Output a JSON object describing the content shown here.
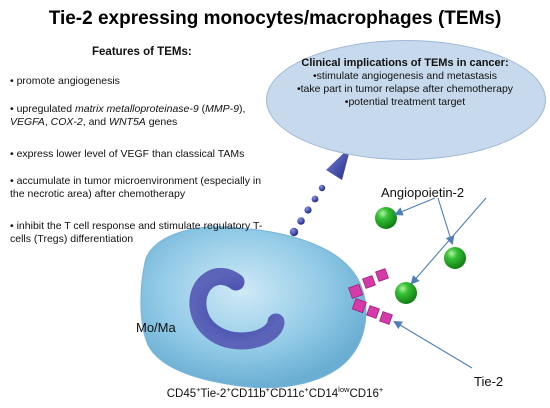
{
  "title": "Tie-2 expressing monocytes/macrophages (TEMs)",
  "features": {
    "heading": "Features of TEMs:",
    "items": [
      {
        "text": "• promote angiogenesis"
      },
      {
        "pre": "• upregulated ",
        "i1": "matrix metalloproteinase-9",
        "m1": " (",
        "i2": "MMP-9",
        "m2": "), ",
        "i3": "VEGFA",
        "m3": ", ",
        "i4": "COX-2",
        "m4": ", and ",
        "i5": "WNT5A",
        "post": " genes"
      },
      {
        "text": "• express lower level of VEGF than classical TAMs"
      },
      {
        "text": "• accumulate in tumor microenvironment (especially in the necrotic area) after chemotherapy"
      },
      {
        "text": "• inhibit the T cell response and stimulate regulatory T-cells (Tregs) differentiation"
      }
    ]
  },
  "clinical": {
    "heading": "Clinical implications of TEMs in cancer:",
    "items": [
      "•stimulate angiogenesis and metastasis",
      "•take part in tumor relapse after chemotherapy",
      "•potential treatment target"
    ]
  },
  "labels": {
    "angiopoietin": "Angiopoietin-2",
    "cell": "Mo/Ma",
    "receptor": "Tie-2"
  },
  "marker": {
    "parts": [
      "CD45",
      "+",
      "Tie-2",
      "+",
      "CD11b",
      "+",
      "CD11c",
      "+",
      "CD14",
      "low",
      "CD16",
      "+"
    ]
  },
  "colors": {
    "cell_body": "#8ec8e6",
    "nucleus": "#2b2f8f",
    "arrow_dots": "#2d3a9c",
    "angiopoietin_sphere": "#2fb52f",
    "tie2_receptor": "#d63aa8",
    "clinical_bg": "#c7d9ec",
    "pointer_lines": "#4f7fb8"
  }
}
